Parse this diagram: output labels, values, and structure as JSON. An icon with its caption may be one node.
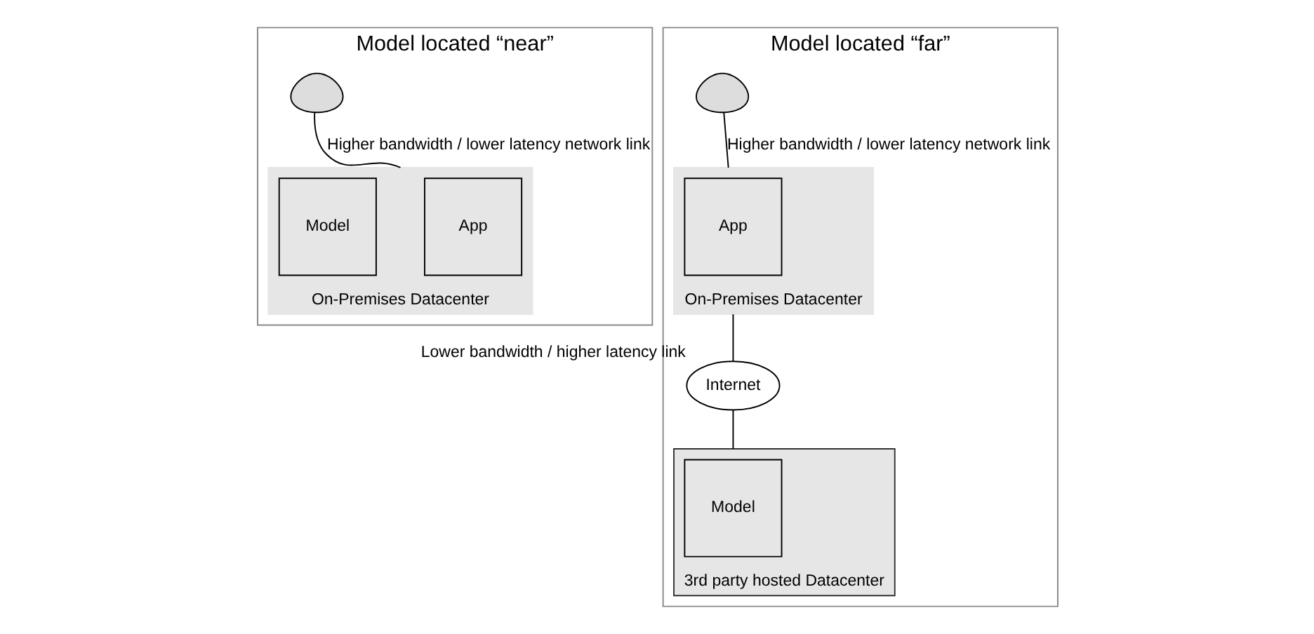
{
  "diagram": {
    "nodes": [
      {
        "text": [
          "Model located “near”"
        ]
      },
      {
        "text": [],
        "shape": "person",
        "in": 0
      },
      {
        "text": [
          "On-Premises Datacenter"
        ],
        "in": 0
      },
      {
        "text": [
          "App"
        ],
        "in": 2
      },
      {
        "text": [
          "Model"
        ],
        "in": 2
      },
      {
        "text": [
          "Model located “far”"
        ]
      },
      {
        "text": [],
        "shape": "person",
        "in": 5
      },
      {
        "text": [
          "On-Premises Datacenter"
        ],
        "in": 5
      },
      {
        "text": [
          "App"
        ],
        "in": 7
      },
      {
        "text": [
          "Internet"
        ],
        "beside": [
          "Lower bandwidth / higher latency link"
        ],
        "in": 5
      },
      {
        "text": [
          "3rd party hosted Datacenter"
        ],
        "in": 5
      },
      {
        "text": [
          "Model"
        ],
        "in": 10
      }
    ],
    "edges": [
      {
        "from": 1,
        "to": 2,
        "arrow": "none",
        "label": "Higher bandwidth / lower latency network link"
      },
      {
        "from": 6,
        "to": 7,
        "arrow": "none",
        "label": "Higher bandwidth / lower latency network link"
      },
      {
        "from": 7,
        "to": 9,
        "arrow": "none"
      },
      {
        "from": 9,
        "to": 10,
        "arrow": "none"
      }
    ]
  }
}
